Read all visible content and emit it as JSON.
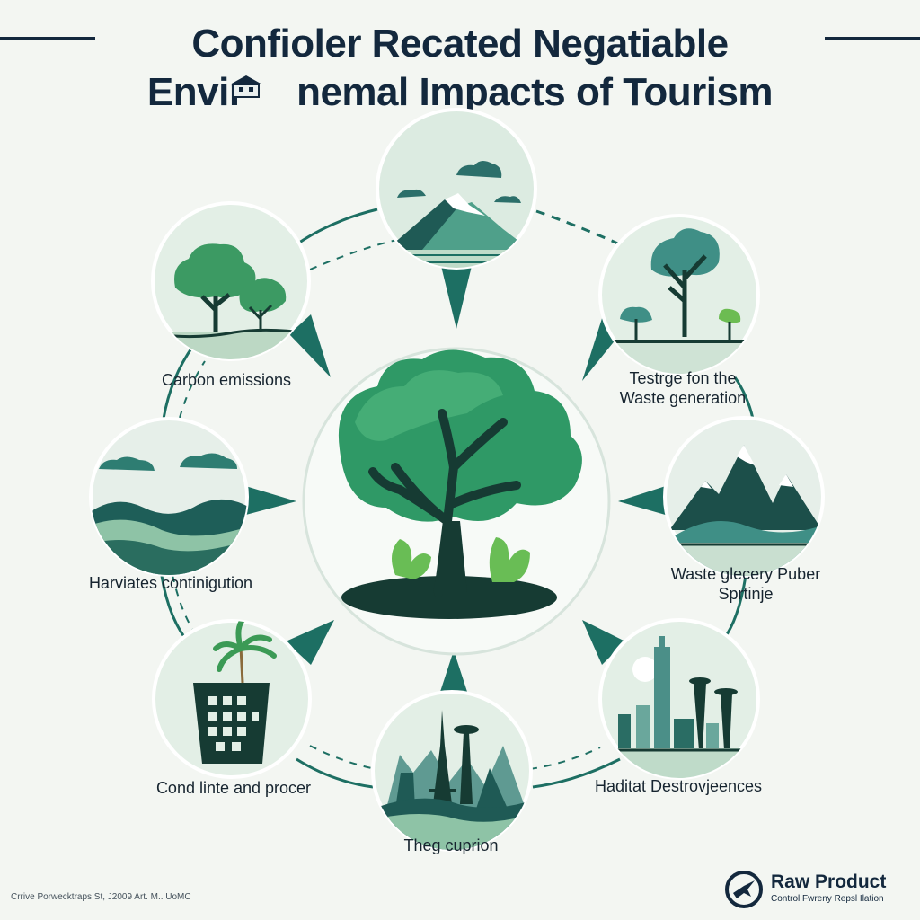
{
  "title": {
    "line1": "Confioler Recated Negatiable",
    "line2": "Envir     nemal Impacts of Tourism"
  },
  "nodes": [
    {
      "id": "mountain-top",
      "label": ""
    },
    {
      "id": "carbon",
      "label": "Carbon emissions"
    },
    {
      "id": "waste-top",
      "label": "Testrge fon the\nWaste generation"
    },
    {
      "id": "harviates",
      "label": "Harviates continigution"
    },
    {
      "id": "waste-glecery",
      "label": "Waste glecery Puber\nSprtinje"
    },
    {
      "id": "cond",
      "label": "Cond linte and procer"
    },
    {
      "id": "haditat",
      "label": "Haditat Destrovjeences"
    },
    {
      "id": "theg",
      "label": "Theg cuprion"
    }
  ],
  "footer": {
    "left": "Crrive Porwecktraps St, J2009 Art. M.. UoMC",
    "brand_name": "Raw Product",
    "brand_tagline": "Control Fwreny Repsl Ilation"
  },
  "colors": {
    "dark": "#13283d",
    "green": "#2e8a5e",
    "teal": "#1d6f63",
    "pale": "#dcebe1"
  }
}
